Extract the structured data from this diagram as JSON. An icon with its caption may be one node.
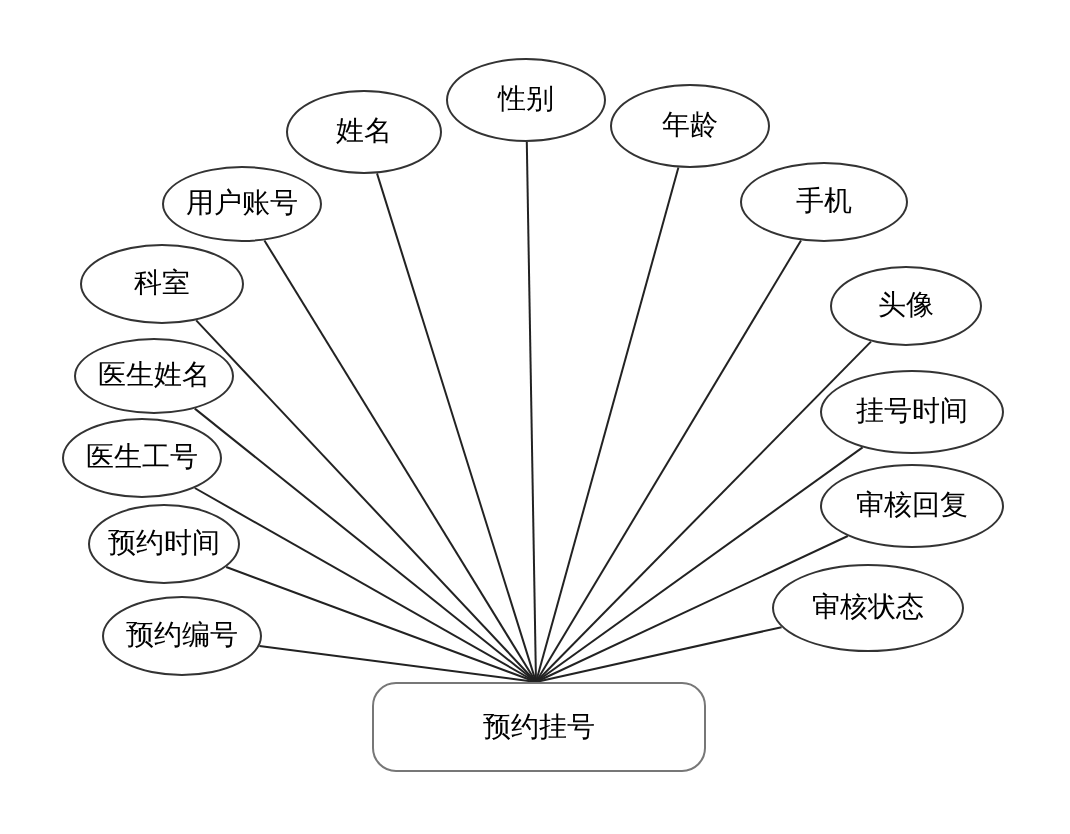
{
  "diagram": {
    "nodes": [
      {
        "text": [
          "预约挂号"
        ]
      },
      {
        "text": [
          "性别"
        ]
      },
      {
        "text": [
          "姓名"
        ]
      },
      {
        "text": [
          "年龄"
        ]
      },
      {
        "text": [
          "用户账号"
        ]
      },
      {
        "text": [
          "手机"
        ]
      },
      {
        "text": [
          "科室"
        ]
      },
      {
        "text": [
          "头像"
        ]
      },
      {
        "text": [
          "医生姓名"
        ]
      },
      {
        "text": [
          "挂号时间"
        ]
      },
      {
        "text": [
          "医生工号"
        ]
      },
      {
        "text": [
          "审核回复"
        ]
      },
      {
        "text": [
          "预约时间"
        ]
      },
      {
        "text": [
          "审核状态"
        ]
      },
      {
        "text": [
          "预约编号"
        ]
      }
    ],
    "edges": [
      {
        "from": 1,
        "to": 0,
        "arrow": "none"
      },
      {
        "from": 2,
        "to": 0,
        "arrow": "none"
      },
      {
        "from": 3,
        "to": 0,
        "arrow": "none"
      },
      {
        "from": 4,
        "to": 0,
        "arrow": "none"
      },
      {
        "from": 5,
        "to": 0,
        "arrow": "none"
      },
      {
        "from": 6,
        "to": 0,
        "arrow": "none"
      },
      {
        "from": 7,
        "to": 0,
        "arrow": "none"
      },
      {
        "from": 8,
        "to": 0,
        "arrow": "none"
      },
      {
        "from": 9,
        "to": 0,
        "arrow": "none"
      },
      {
        "from": 10,
        "to": 0,
        "arrow": "none"
      },
      {
        "from": 11,
        "to": 0,
        "arrow": "none"
      },
      {
        "from": 12,
        "to": 0,
        "arrow": "none"
      },
      {
        "from": 13,
        "to": 0,
        "arrow": "none"
      },
      {
        "from": 14,
        "to": 0,
        "arrow": "none"
      }
    ]
  }
}
